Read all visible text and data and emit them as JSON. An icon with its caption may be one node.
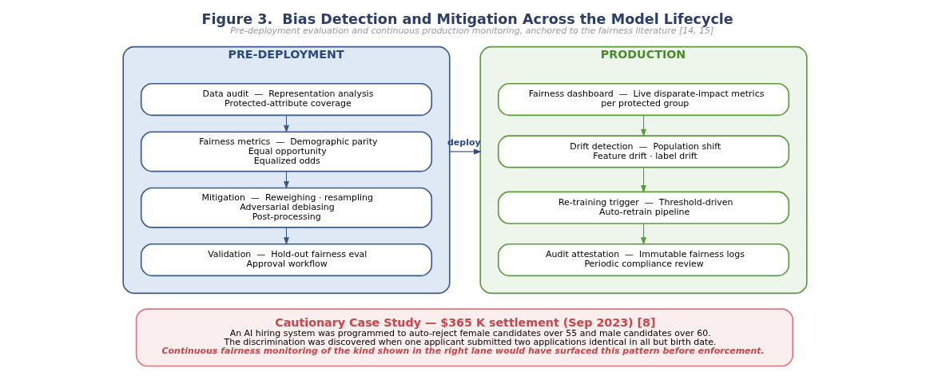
{
  "diagram": {
    "title": "Figure 3.  Bias Detection and Mitigation Across the Model Lifecycle",
    "caption": "Pre-deployment evaluation and continuous production monitoring, anchored to the fairness literature [14, 15]",
    "nodes": [
      {
        "text": [
          "PRE-DEPLOYMENT"
        ]
      },
      {
        "text": [
          "Data audit  —  Representation analysis",
          "Protected-attribute coverage"
        ],
        "in": 0
      },
      {
        "text": [
          "Fairness metrics  —  Demographic parity",
          "Equal opportunity",
          "Equalized odds"
        ],
        "in": 0
      },
      {
        "text": [
          "Mitigation  —  Reweighing · resampling",
          "Adversarial debiasing",
          "Post-processing"
        ],
        "in": 0
      },
      {
        "text": [
          "Validation  —  Hold-out fairness eval",
          "Approval workflow"
        ],
        "in": 0
      },
      {
        "text": [
          "PRODUCTION"
        ]
      },
      {
        "text": [
          "Fairness dashboard  —  Live disparate-impact metrics",
          "per protected group"
        ],
        "in": 5
      },
      {
        "text": [
          "Drift detection  —  Population shift",
          "Feature drift · label drift"
        ],
        "in": 5
      },
      {
        "text": [
          "Re-training trigger  —  Threshold-driven",
          "Auto-retrain pipeline"
        ],
        "in": 5
      },
      {
        "text": [
          "Audit attestation  —  Immutable fairness logs",
          "Periodic compliance review"
        ],
        "in": 5
      },
      {
        "text": [
          "Cautionary Case Study — $365 K settlement (Sep 2023) [8]",
          "An AI hiring system was programmed to auto-reject female candidates over 55 and male candidates over 60.",
          "The discrimination was discovered when one applicant submitted two applications identical in all but birth date.",
          "Continuous fairness monitoring of the kind shown in the right lane would have surfaced this pattern before enforcement."
        ]
      }
    ],
    "edges": [
      {
        "from": 1,
        "to": 2,
        "arrow": "to"
      },
      {
        "from": 2,
        "to": 3,
        "arrow": "to"
      },
      {
        "from": 3,
        "to": 4,
        "arrow": "to"
      },
      {
        "from": 0,
        "to": 5,
        "arrow": "to",
        "label": "deploy"
      },
      {
        "from": 6,
        "to": 7,
        "arrow": "to"
      },
      {
        "from": 7,
        "to": 8,
        "arrow": "to"
      },
      {
        "from": 8,
        "to": 9,
        "arrow": "to"
      }
    ]
  }
}
